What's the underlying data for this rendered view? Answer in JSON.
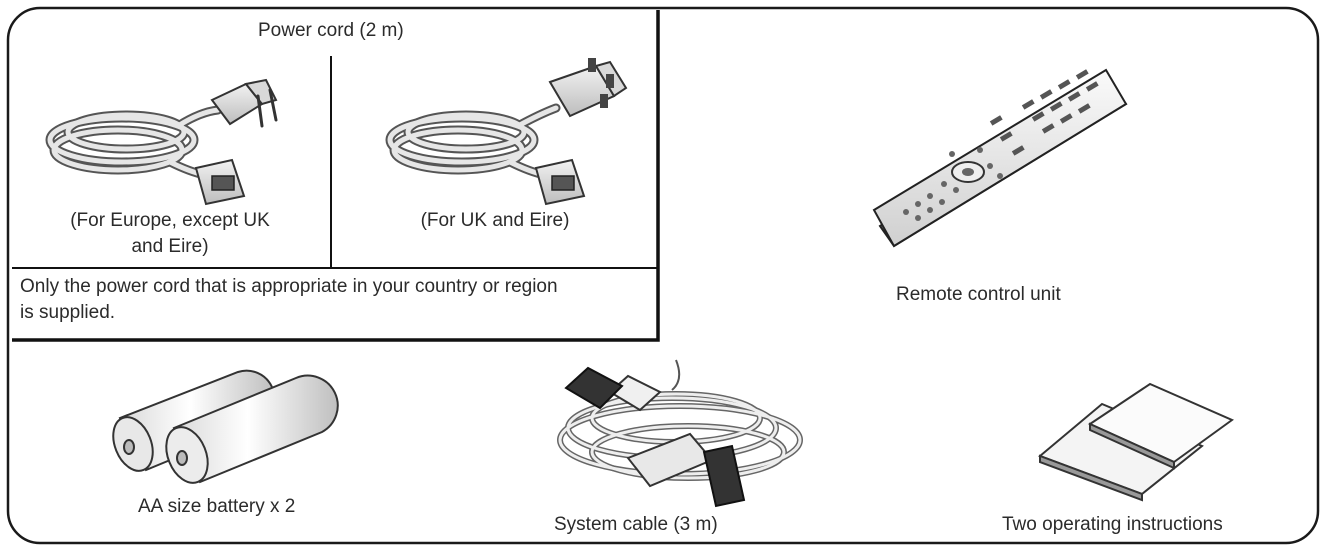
{
  "power_cord": {
    "title": "Power cord (2 m)",
    "europe": {
      "line1": "(For Europe, except UK",
      "line2": "and Eire)"
    },
    "uk": {
      "line1": "(For UK  and Eire)"
    },
    "note": {
      "line1": "Only the power cord that is appropriate in your country or region",
      "line2": "is supplied."
    }
  },
  "remote": {
    "label": "Remote control unit"
  },
  "battery": {
    "label": "AA size battery x 2"
  },
  "system_cable": {
    "label": "System cable (3 m)"
  },
  "instructions": {
    "label": "Two operating instructions"
  }
}
